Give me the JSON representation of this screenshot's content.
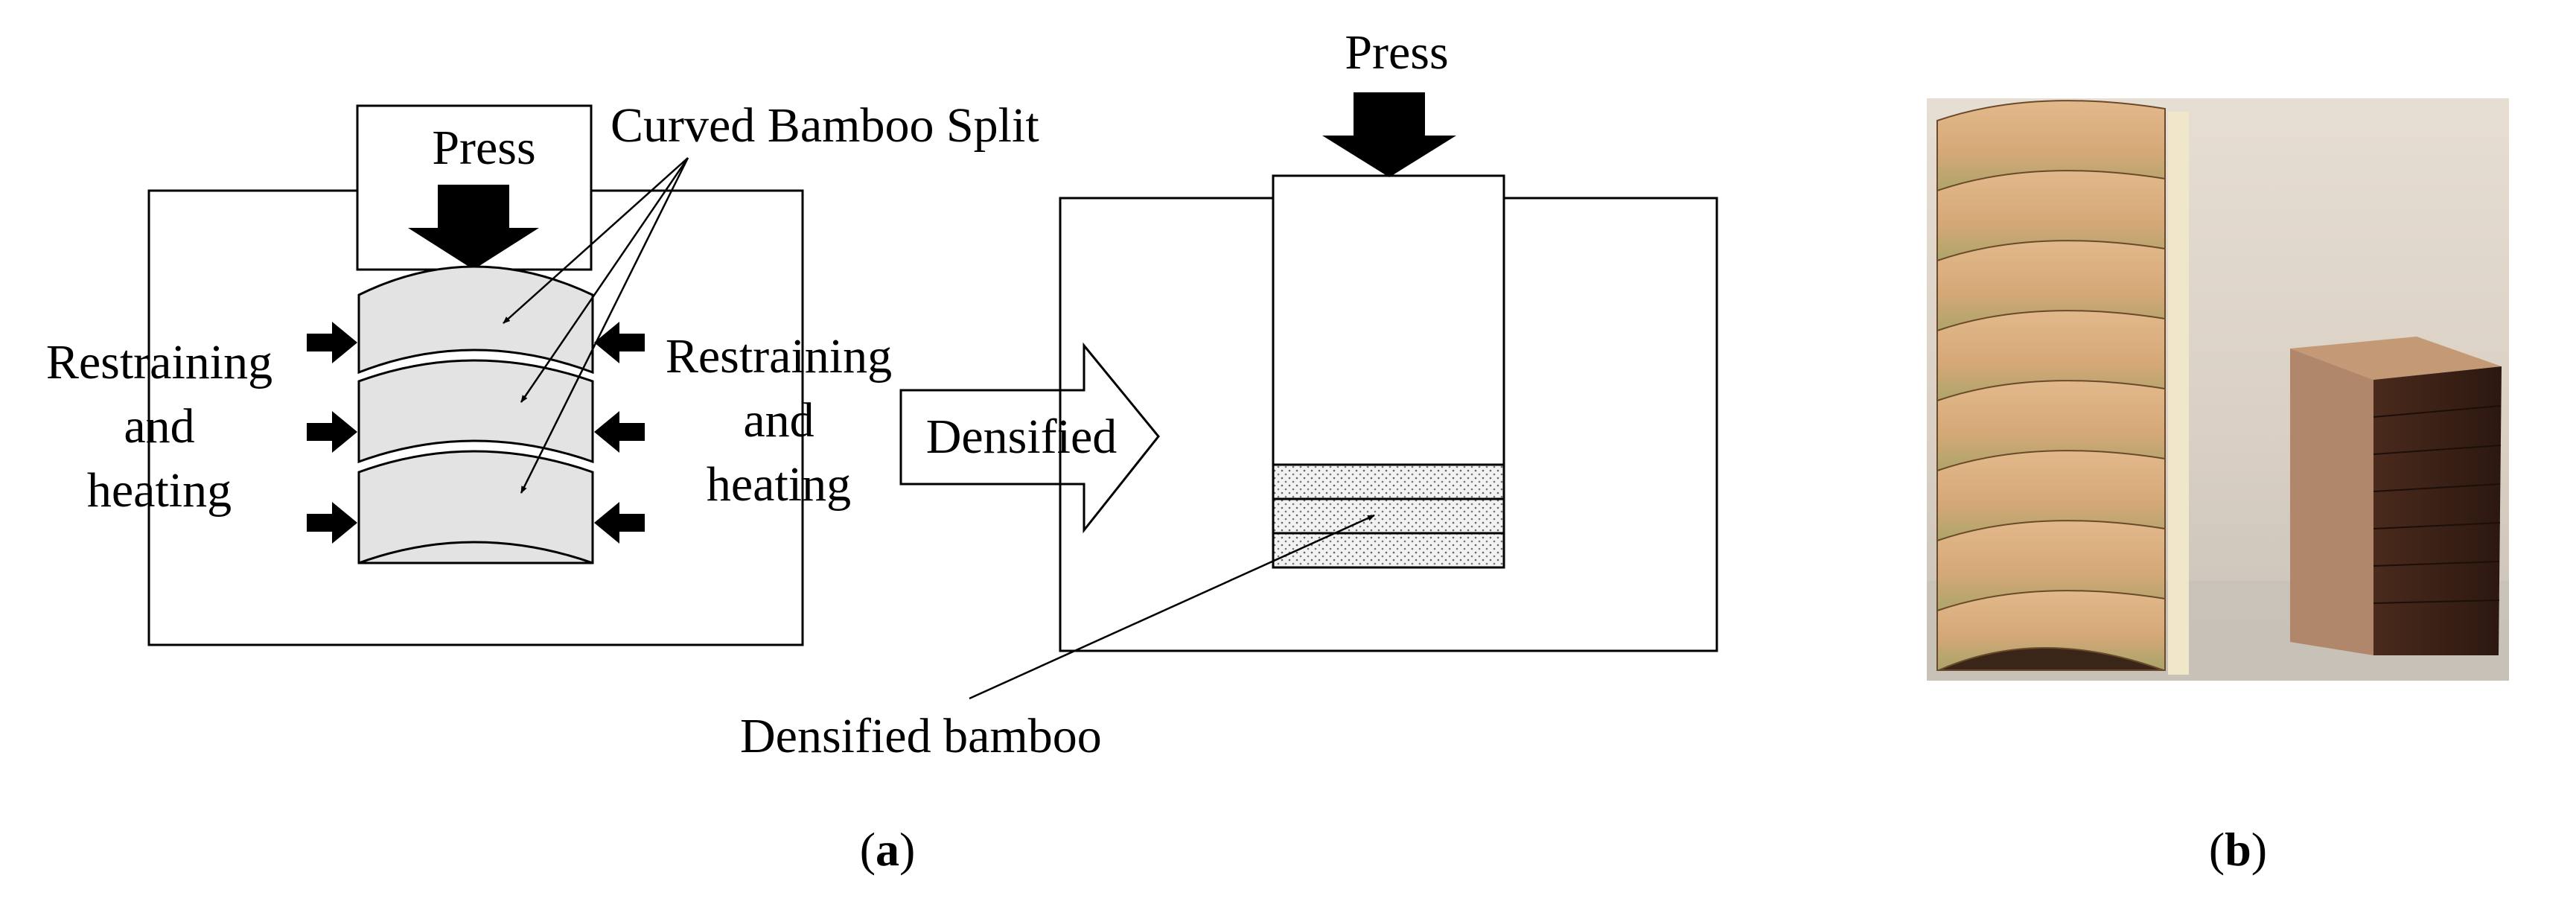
{
  "panel_a": {
    "left_diagram": {
      "press_label": "Press",
      "curved_split_label": "Curved Bamboo Split",
      "restraining_left": [
        "Restraining",
        "and",
        "heating"
      ],
      "restraining_right": [
        "Restraining",
        "and",
        "heating"
      ]
    },
    "process_arrow_label": "Densified",
    "right_diagram": {
      "press_label": "Press",
      "densified_bamboo_label": "Densified bamboo"
    },
    "caption_open": "(",
    "caption_letter": "a",
    "caption_close": ")"
  },
  "panel_b": {
    "caption_open": "(",
    "caption_letter": "b",
    "caption_close": ")"
  },
  "colors": {
    "split_fill": "#e3e3e3",
    "outline": "#000000",
    "photo_background": "#d8cfc4",
    "bamboo_cross_section": "#d9ae80",
    "densified_block": "#3a2218"
  }
}
